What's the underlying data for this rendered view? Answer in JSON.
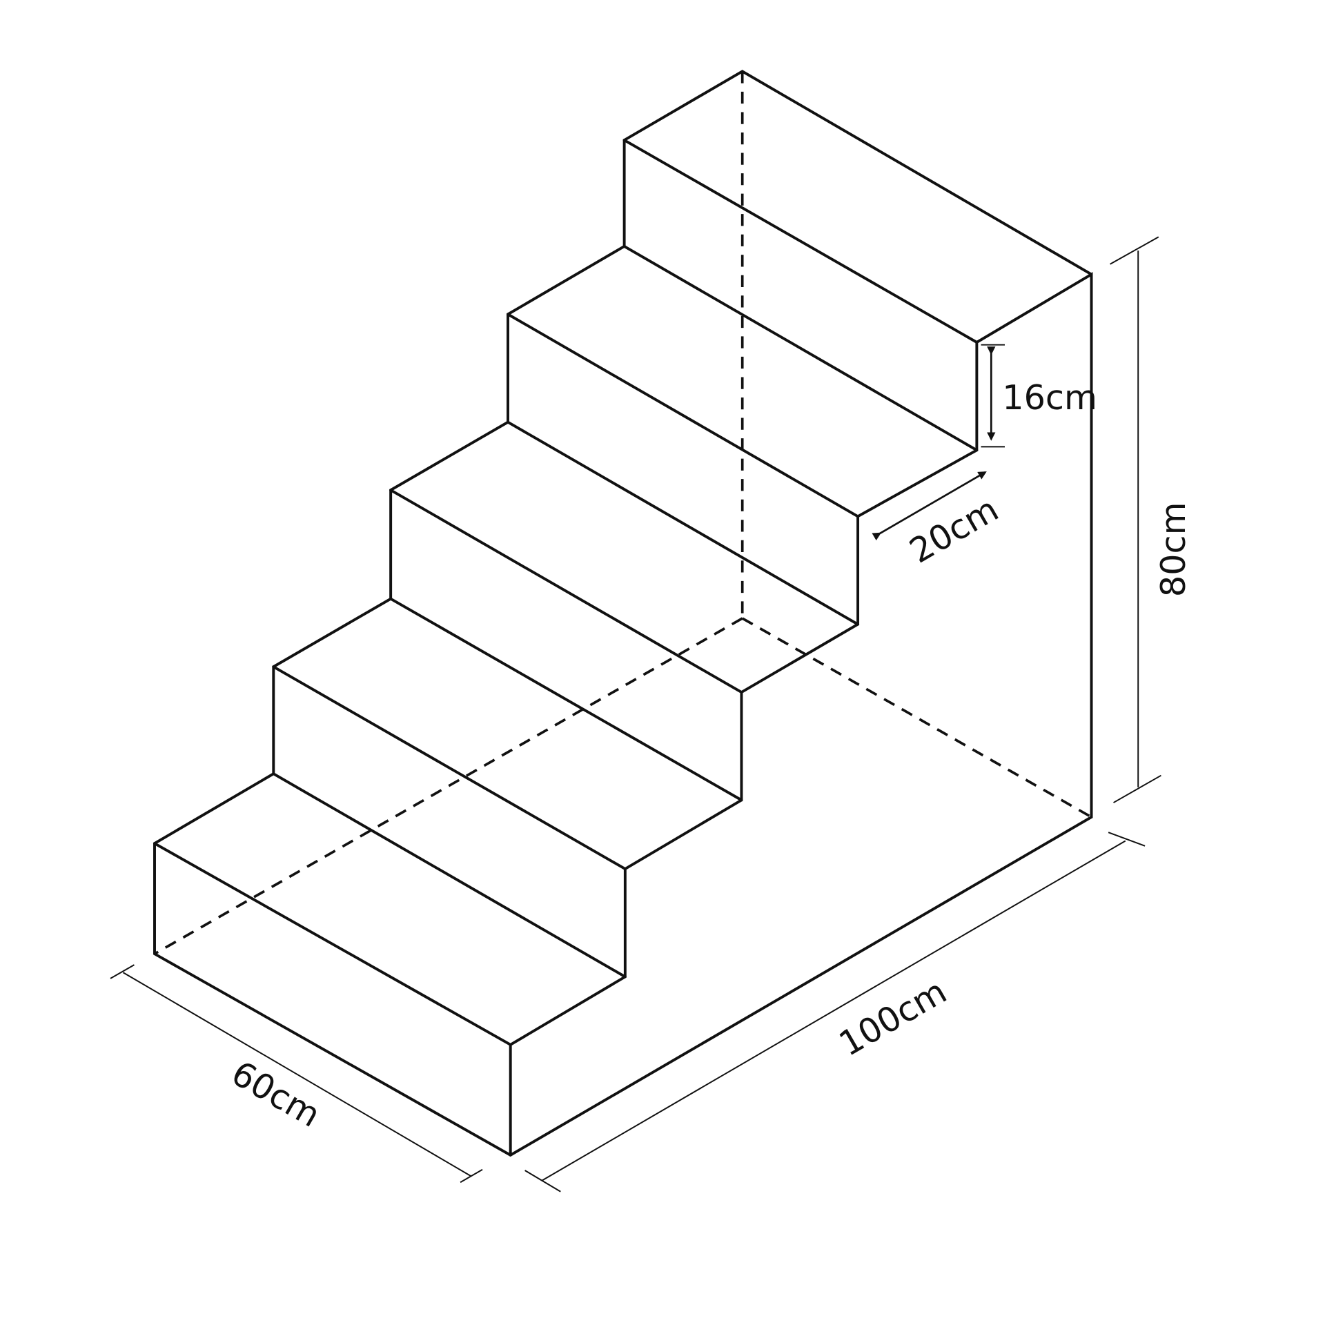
{
  "diagram": {
    "subject": "staircase",
    "steps": 5,
    "dimensions": {
      "riser_height": "16cm",
      "tread_depth": "20cm",
      "total_height": "80cm",
      "total_length": "100cm",
      "width": "60cm"
    },
    "line_color": "#111111"
  }
}
